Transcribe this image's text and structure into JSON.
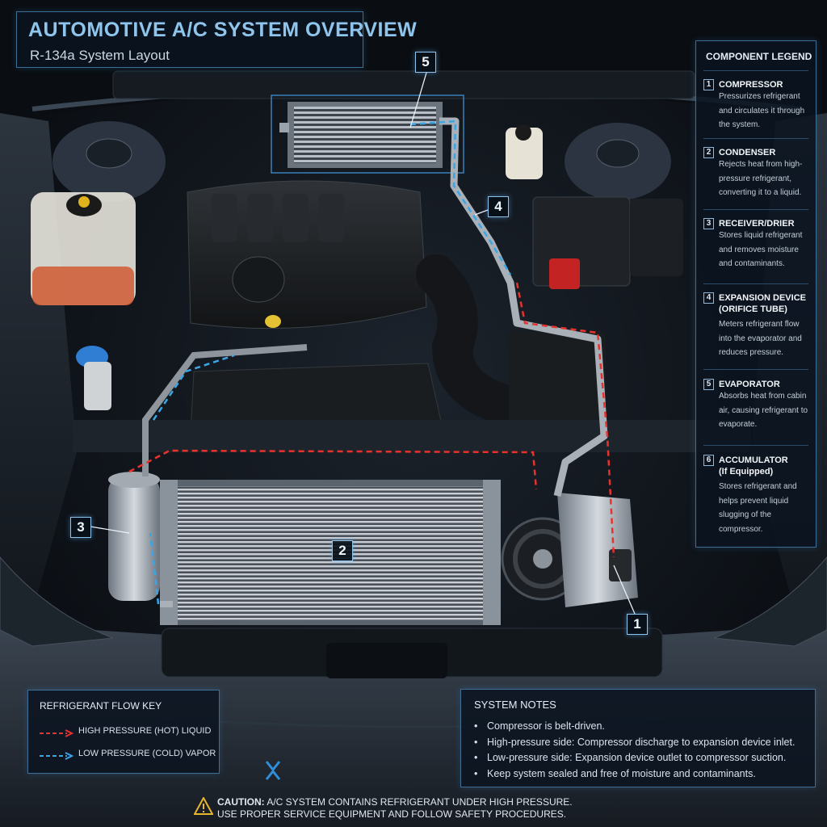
{
  "title": "AUTOMOTIVE A/C SYSTEM OVERVIEW",
  "subtitle": "R-134a System Layout",
  "legend": {
    "heading": "COMPONENT LEGEND",
    "items": [
      {
        "number": "1",
        "name": "COMPRESSOR",
        "name2": "",
        "description": "Pressurizes refrigerant and circulates it through the system."
      },
      {
        "number": "2",
        "name": "CONDENSER",
        "name2": "",
        "description": "Rejects heat from high-pressure refrigerant, converting it to a liquid."
      },
      {
        "number": "3",
        "name": "RECEIVER/DRIER",
        "name2": "",
        "description": "Stores liquid refrigerant and removes moisture and contaminants."
      },
      {
        "number": "4",
        "name": "EXPANSION DEVICE",
        "name2": "(ORIFICE TUBE)",
        "description": "Meters refrigerant flow into the evaporator and reduces pressure."
      },
      {
        "number": "5",
        "name": "EVAPORATOR",
        "name2": "",
        "description": "Absorbs heat from cabin air, causing refrigerant to evaporate."
      },
      {
        "number": "6",
        "name": "ACCUMULATOR",
        "name2": "(If Equipped)",
        "description": "Stores refrigerant and helps prevent liquid slugging of the compressor."
      }
    ]
  },
  "callouts": [
    "1",
    "2",
    "3",
    "4",
    "5"
  ],
  "flow_key": {
    "heading": "REFRIGERANT FLOW KEY",
    "high": "HIGH PRESSURE (HOT) LIQUID",
    "low": "LOW PRESSURE (COLD) VAPOR",
    "high_color": "#e8322d",
    "low_color": "#3aa6e8"
  },
  "notes": {
    "heading": "SYSTEM NOTES",
    "items": [
      "Compressor is belt-driven.",
      "High-pressure side: Compressor discharge to expansion device inlet.",
      "Low-pressure side: Expansion device outlet to compressor suction.",
      "Keep system sealed and free of moisture and contaminants."
    ]
  },
  "caution": {
    "label": "CAUTION:",
    "line1": "A/C SYSTEM CONTAINS REFRIGERANT UNDER HIGH PRESSURE.",
    "line2": "USE PROPER SERVICE EQUIPMENT AND FOLLOW SAFETY PROCEDURES."
  },
  "colors": {
    "accent": "#8fc4ec",
    "panel_border": "#3d6f96",
    "high": "#e8322d",
    "low": "#3aa6e8"
  }
}
